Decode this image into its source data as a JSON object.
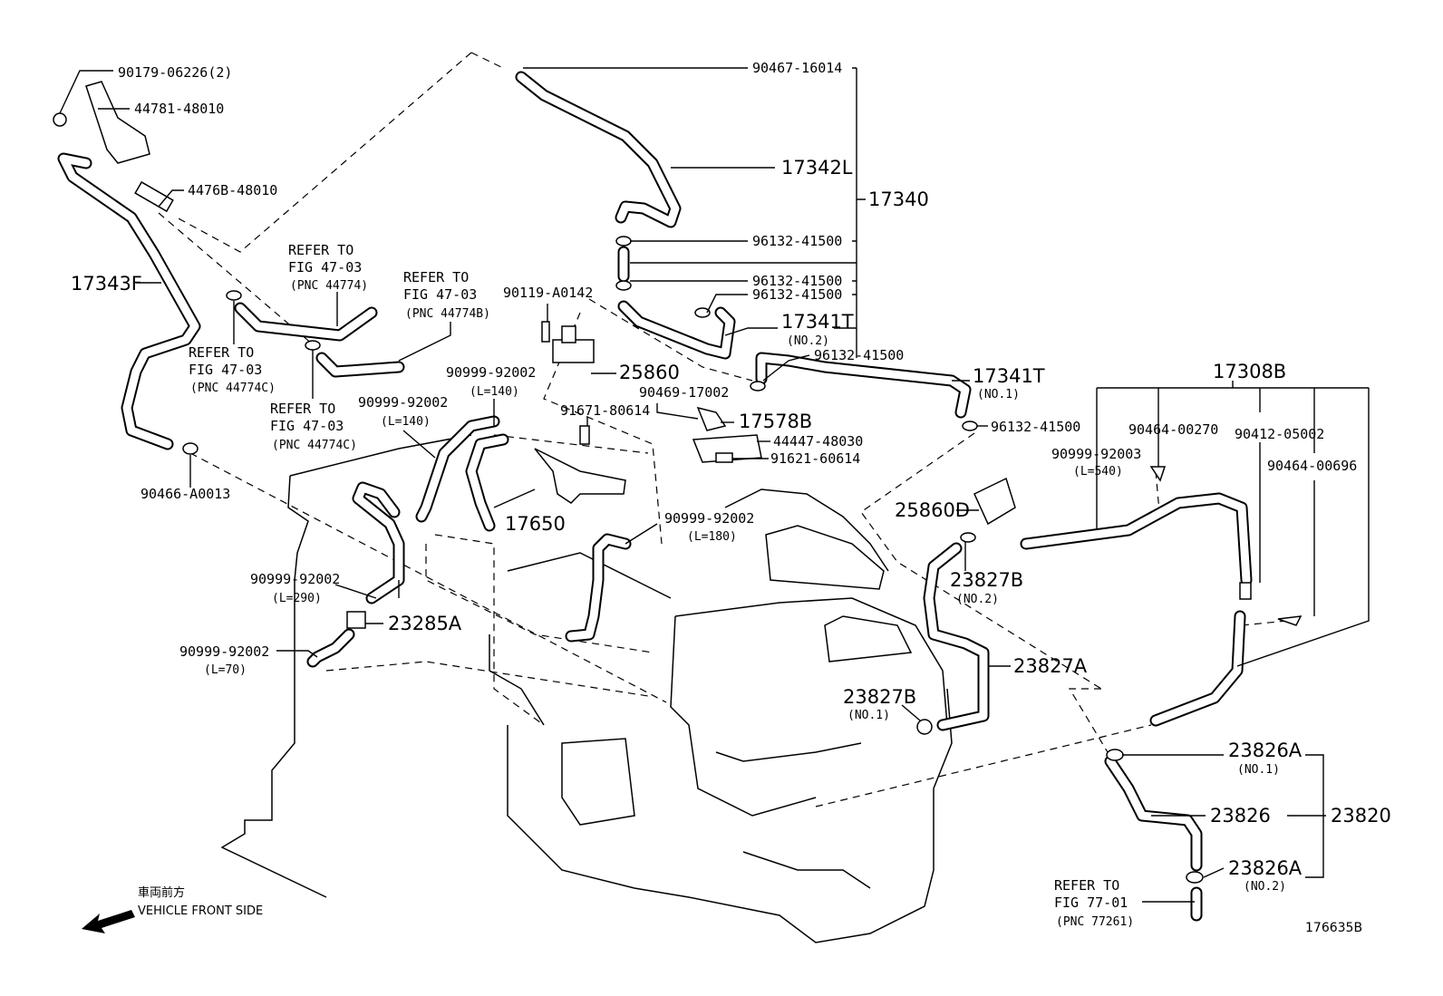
{
  "labels": {
    "p1": "90179-06226(2)",
    "p2": "44781-48010",
    "p3": "4476B-48010",
    "p4": "17343F",
    "p5": "90466-A0013",
    "p6": "90467-16014",
    "p7": "17342L",
    "p8": "17340",
    "p9": "96132-41500",
    "p10": "96132-41500",
    "p11": "96132-41500",
    "p12": "17341T",
    "p12n": "(NO.2)",
    "p13": "90119-A0142",
    "p14": "96132-41500",
    "p15": "17341T",
    "p15n": "(NO.1)",
    "p16": "90999-92002",
    "p16l": "(L=140)",
    "p17": "25860",
    "p18": "90469-17002",
    "p19": "91671-80614",
    "p20": "17578B",
    "p21": "44447-48030",
    "p22": "91621-60614",
    "p23": "90999-92002",
    "p23l": "(L=140)",
    "p24": "96132-41500",
    "p25": "17308B",
    "p26": "90464-00270",
    "p27": "90412-05002",
    "p28": "90999-92003",
    "p28l": "(L=540)",
    "p29": "90464-00696",
    "p30": "25860D",
    "p31": "17650",
    "p32": "90999-92002",
    "p32l": "(L=180)",
    "p33": "23827B",
    "p33n": "(NO.2)",
    "p34": "90999-92002",
    "p34l": "(L=290)",
    "p35": "23285A",
    "p36": "90999-92002",
    "p36l": "(L=70)",
    "p37": "23827A",
    "p38": "23827B",
    "p38n": "(NO.1)",
    "p39": "23826A",
    "p39n": "(NO.1)",
    "p40": "23826",
    "p41": "23820",
    "p42": "23826A",
    "p42n": "(NO.2)"
  },
  "refs": [
    {
      "l1": "REFER TO",
      "l2": "FIG 47-03",
      "l3": "(PNC 44774)"
    },
    {
      "l1": "REFER TO",
      "l2": "FIG 47-03",
      "l3": "(PNC 44774B)"
    },
    {
      "l1": "REFER TO",
      "l2": "FIG 47-03",
      "l3": "(PNC 44774C)"
    },
    {
      "l1": "REFER TO",
      "l2": "FIG 47-03",
      "l3": "(PNC 44774C)"
    },
    {
      "l1": "REFER TO",
      "l2": "FIG 77-01",
      "l3": "(PNC 77261)"
    }
  ],
  "direction": {
    "jp": "車両前方",
    "en": "VEHICLE FRONT SIDE",
    "icon": "arrow-left-icon"
  },
  "figure_id": "176635B"
}
